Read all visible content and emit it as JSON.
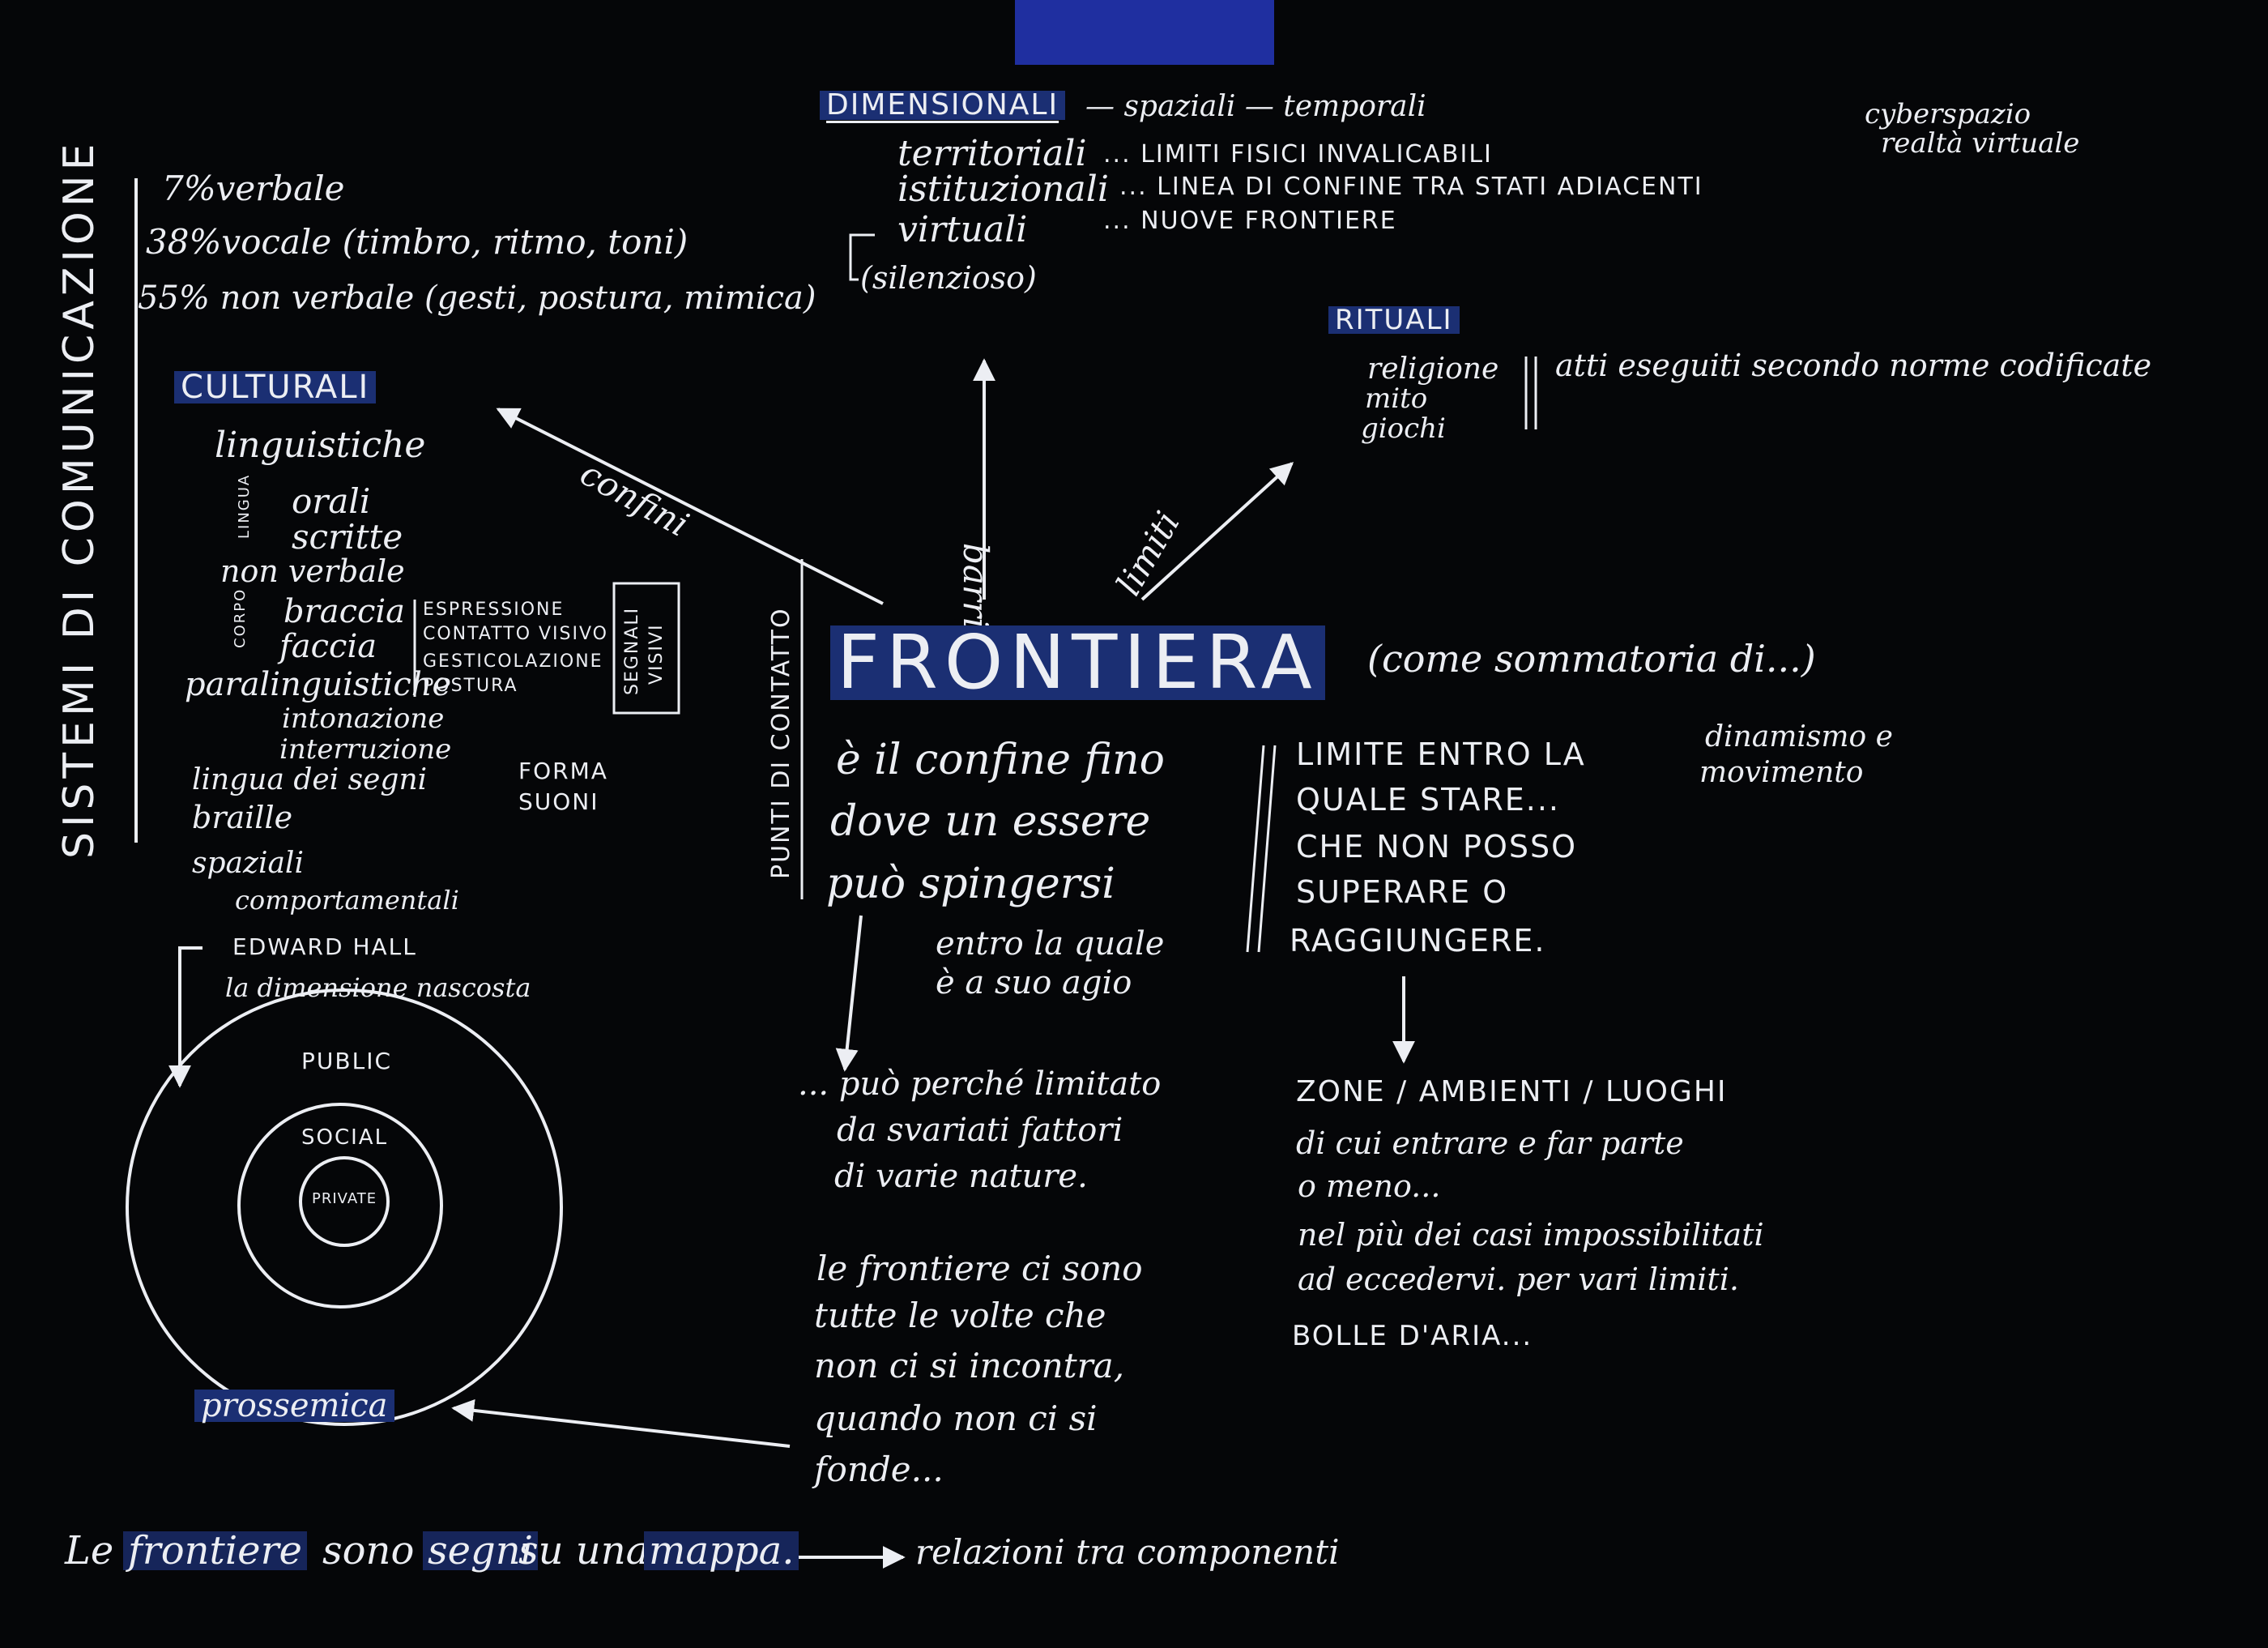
{
  "colors": {
    "background": "#050608",
    "ink": "#eceef3",
    "highlight": "#1b2f73",
    "tape": "#1f2fa0"
  },
  "title": "FRONTIERA",
  "title_note": "(come sommatoria di...)",
  "side_label": "SISTEMI DI COMUNICAZIONE",
  "communication": {
    "verbal": "7%verbale",
    "vocal": "38%vocale (timbro, ritmo, toni)",
    "nonverbal": "55% non verbale (gesti, postura, mimica)"
  },
  "culturali": {
    "heading": "CULTURALI",
    "linguistiche": "linguistiche",
    "lingua_tag": "LINGUA",
    "orali": "orali",
    "scritte": "scritte",
    "non_verbale": "non verbale",
    "corpo_tag": "CORPO",
    "braccia": "braccia",
    "faccia": "faccia",
    "expressions": [
      "ESPRESSIONE",
      "CONTATTO VISIVO",
      "GESTICOLAZIONE",
      "POSTURA"
    ],
    "segnali_visivi": [
      "SEGNALI",
      "VISIVI"
    ],
    "paralinguistiche": "paralinguistiche",
    "intonazione": "intonazione",
    "interruzione": "interruzione",
    "lingua_segni": "lingua dei segni",
    "braille": "braille",
    "forma_suoni": [
      "FORMA",
      "SUONI"
    ],
    "spaziali": "spaziali",
    "comportamentali": "comportamentali",
    "edward_hall": "EDWARD HALL",
    "dimensione": "la dimensione nascosta"
  },
  "proxemics": {
    "public": "PUBLIC",
    "social": "SOCIAL",
    "private": "PRIVATE",
    "label": "prossemica"
  },
  "dimensionali": {
    "heading": "DIMENSIONALI",
    "types": "— spaziali — temporali",
    "rows": [
      {
        "term": "territoriali",
        "desc": "... LIMITI FISICI INVALICABILI"
      },
      {
        "term": "istituzionali",
        "desc": "... LINEA DI CONFINE TRA STATI ADIACENTI"
      },
      {
        "term": "virtuali",
        "desc": "... NUOVE FRONTIERE"
      }
    ],
    "silenzioso": "(silenzioso)"
  },
  "cyber": [
    "cyberspazio",
    "realtà virtuale"
  ],
  "rituali": {
    "heading": "RITUALI",
    "items": [
      "religione",
      "mito",
      "giochi"
    ],
    "desc": "atti eseguiti secondo norme codificate"
  },
  "arrows": {
    "confini": "confini",
    "barriere": "barriere",
    "limiti": "limiti",
    "punti": "PUNTI DI CONTATTO"
  },
  "definition": {
    "lines": [
      "è il confine fino",
      "dove un essere",
      "può spingersi"
    ],
    "sub": [
      "entro la quale",
      "è a suo agio"
    ]
  },
  "limite": {
    "lines": [
      "LIMITE ENTRO LA",
      "QUALE STARE...",
      "CHE NON POSSO",
      "SUPERARE O",
      "RAGGIUNGERE."
    ]
  },
  "dinamismo": [
    "dinamismo e",
    "movimento"
  ],
  "perche": [
    "... può perché limitato",
    "da svariati fattori",
    "di varie nature."
  ],
  "incontro": [
    "le frontiere ci sono",
    "tutte le volte che",
    "non ci si incontra,",
    "quando non ci si",
    "fonde..."
  ],
  "zone": [
    "ZONE / AMBIENTI / LUOGHI",
    "di cui entrare e far parte",
    "o meno...",
    "nel più dei casi impossibilitati",
    "ad eccedervi. per vari limiti.",
    "BOLLE D'ARIA..."
  ],
  "footer": {
    "w1": "Le",
    "w2": "frontiere",
    "w3": "sono",
    "w4": "segni",
    "w5": "su una",
    "w6": "mappa.",
    "rel": "relazioni tra componenti"
  }
}
